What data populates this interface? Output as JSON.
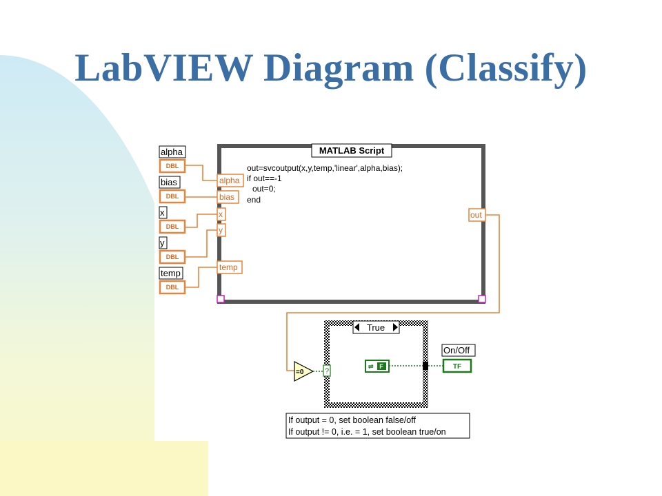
{
  "slide": {
    "title": "LabVIEW Diagram (Classify)"
  },
  "controls": [
    {
      "label": "alpha",
      "type": "DBL"
    },
    {
      "label": "bias",
      "type": "DBL"
    },
    {
      "label": "x",
      "type": "DBL"
    },
    {
      "label": "y",
      "type": "DBL"
    },
    {
      "label": "temp",
      "type": "DBL"
    }
  ],
  "script_node": {
    "title": "MATLAB Script",
    "code_lines": [
      "out=svcoutput(x,y,temp,'linear',alpha,bias);",
      "if out==-1",
      "  out=0;",
      "end"
    ],
    "input_terminals": [
      "alpha",
      "bias",
      "x",
      "y",
      "temp"
    ],
    "output_terminal": "out"
  },
  "comparator": {
    "label": "=0"
  },
  "case_structure": {
    "selector_value": "True",
    "selector_terminal": "?",
    "constant": "F"
  },
  "indicator": {
    "label": "On/Off",
    "type": "TF"
  },
  "comment": {
    "lines": [
      "If output = 0, set boolean false/off",
      "If output != 0, i.e. = 1, set boolean true/on"
    ]
  },
  "colors": {
    "title": "#3a6ea5",
    "numeric_wire": "#e8843a",
    "boolean_wire": "#1a7a1a",
    "frame": "#555555"
  }
}
